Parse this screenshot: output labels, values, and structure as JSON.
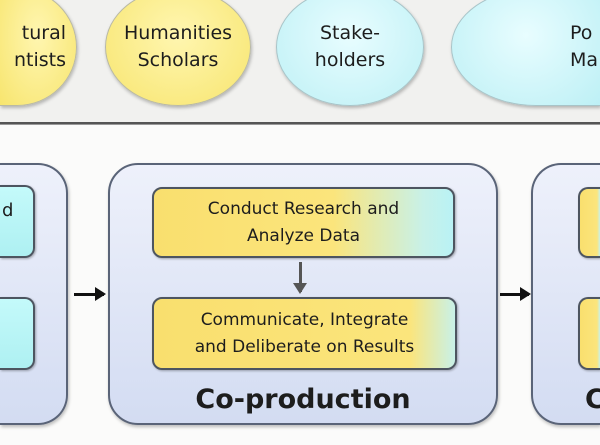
{
  "stakeholder_groups": [
    {
      "line1": "tural",
      "line2": "ntists"
    },
    {
      "line1": "Humanities",
      "line2": "Scholars"
    },
    {
      "line1": "Stake-",
      "line2": "holders"
    },
    {
      "line1": "Po",
      "line2": "Ma"
    }
  ],
  "left_panel": {
    "box1_text": "d"
  },
  "coproduction": {
    "step1_line1": "Conduct Research and",
    "step1_line2": "Analyze Data",
    "step2_line1": "Communicate, Integrate",
    "step2_line2": "and Deliberate on Results",
    "label": "Co-production"
  },
  "right_panel": {
    "label": "C"
  }
}
